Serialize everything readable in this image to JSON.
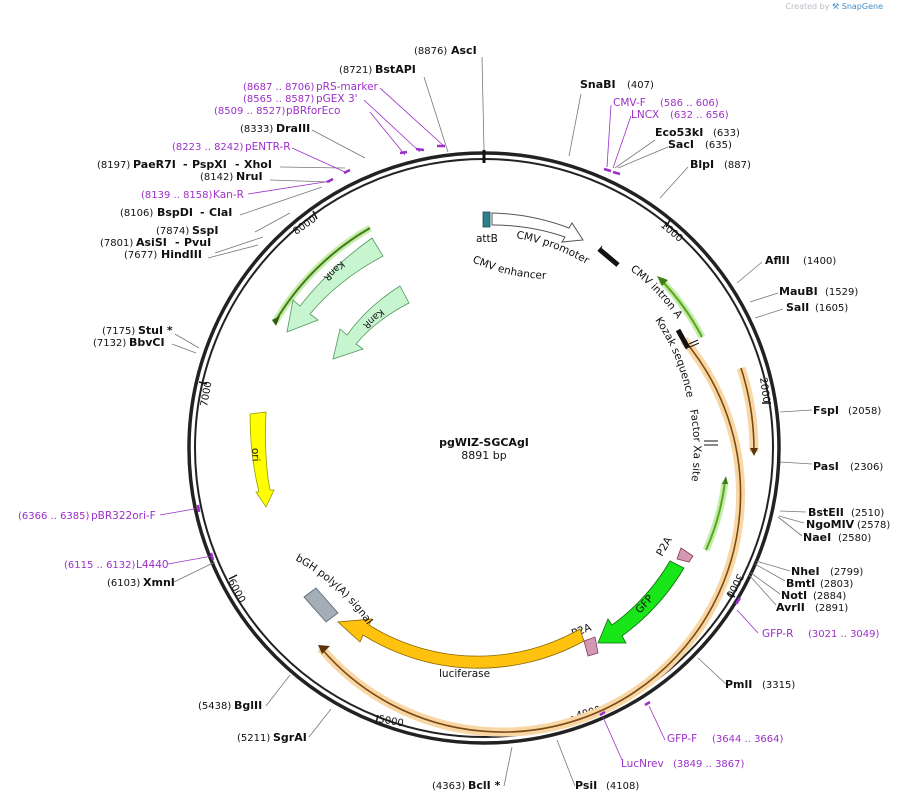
{
  "header": {
    "credit_prefix": "Created by",
    "credit_brand": "SnapGene"
  },
  "plasmid": {
    "name": "pgWIZ-SGCAgI",
    "length_label": "8891 bp"
  },
  "ticks": [
    "1000",
    "2000",
    "3000",
    "4000",
    "5000",
    "6000",
    "7000",
    "8000"
  ],
  "features": {
    "attB": "attB",
    "cmv_enhancer": "CMV enhancer",
    "cmv_promoter": "CMV promoter",
    "cmv_intron_a": "CMV intron A",
    "kozak": "Kozak sequence",
    "factor_xa": "Factor Xa site",
    "p2a_upper": "P2A",
    "gfp": "GFP",
    "p2a_lower": "P2A",
    "luciferase": "luciferase",
    "bgh": "bGH poly(A) signal",
    "ori": "ori",
    "kanr_outer": "KanR",
    "kanr_inner": "KanR"
  },
  "sites": [
    {
      "name": "AscI",
      "pos": "(8876)"
    },
    {
      "name": "BstAPI",
      "pos": "(8721)"
    },
    {
      "name": "DraIII",
      "pos": "(8333)"
    },
    {
      "name": "PaeR7I",
      "pos": "(8197)"
    },
    {
      "name": "PspXI",
      "pos": ""
    },
    {
      "name": "XhoI",
      "pos": ""
    },
    {
      "name": "NruI",
      "pos": "(8142)"
    },
    {
      "name": "BspDI",
      "pos": "(8106)"
    },
    {
      "name": "ClaI",
      "pos": ""
    },
    {
      "name": "SspI",
      "pos": "(7874)"
    },
    {
      "name": "AsiSI",
      "pos": "(7801)"
    },
    {
      "name": "PvuI",
      "pos": ""
    },
    {
      "name": "HindIII",
      "pos": "(7677)"
    },
    {
      "name": "StuI *",
      "pos": "(7175)"
    },
    {
      "name": "BbvCI",
      "pos": "(7132)"
    },
    {
      "name": "XmnI",
      "pos": "(6103)"
    },
    {
      "name": "BglII",
      "pos": "(5438)"
    },
    {
      "name": "SgrAI",
      "pos": "(5211)"
    },
    {
      "name": "BclI *",
      "pos": "(4363)"
    },
    {
      "name": "PsiI",
      "pos": "(4108)"
    },
    {
      "name": "PmlI",
      "pos": "(3315)"
    },
    {
      "name": "NheI",
      "pos": "(2799)"
    },
    {
      "name": "BmtI",
      "pos": "(2803)"
    },
    {
      "name": "NotI",
      "pos": "(2884)"
    },
    {
      "name": "AvrII",
      "pos": "(2891)"
    },
    {
      "name": "BstEII",
      "pos": "(2510)"
    },
    {
      "name": "NgoMIV",
      "pos": "(2578)"
    },
    {
      "name": "NaeI",
      "pos": "(2580)"
    },
    {
      "name": "FspI",
      "pos": "(2058)"
    },
    {
      "name": "PasI",
      "pos": "(2306)"
    },
    {
      "name": "AflII",
      "pos": "(1400)"
    },
    {
      "name": "MauBI",
      "pos": "(1529)"
    },
    {
      "name": "SalI",
      "pos": "(1605)"
    },
    {
      "name": "BlpI",
      "pos": "(887)"
    },
    {
      "name": "SnaBI",
      "pos": "(407)"
    },
    {
      "name": "Eco53kI",
      "pos": "(633)"
    },
    {
      "name": "SacI",
      "pos": "(635)"
    }
  ],
  "primers": [
    {
      "name": "pRS-marker",
      "pos": "(8687 .. 8706)"
    },
    {
      "name": "pGEX 3'",
      "pos": "(8565 .. 8587)"
    },
    {
      "name": "pBRforEco",
      "pos": "(8509 .. 8527)"
    },
    {
      "name": "pENTR-R",
      "pos": "(8223 .. 8242)"
    },
    {
      "name": "Kan-R",
      "pos": "(8139 .. 8158)"
    },
    {
      "name": "CMV-F",
      "pos": "(586 .. 606)"
    },
    {
      "name": "LNCX",
      "pos": "(632 .. 656)"
    },
    {
      "name": "pBR322ori-F",
      "pos": "(6366 .. 6385)"
    },
    {
      "name": "L4440",
      "pos": "(6115 .. 6132)"
    },
    {
      "name": "GFP-R",
      "pos": "(3021 .. 3049)"
    },
    {
      "name": "GFP-F",
      "pos": "(3644 .. 3664)"
    },
    {
      "name": "LucNrev",
      "pos": "(3849 .. 3867)"
    }
  ],
  "colors": {
    "backbone": "#222222",
    "primer": "#9b30c8",
    "kanr_fill": "#c6f5cf",
    "ori_fill": "#ffff00",
    "gfp_fill": "#19e619",
    "luciferase_fill": "#ffc20e",
    "bgh_fill": "#a3aeb8",
    "p2a_fill": "#d598b3",
    "attb_fill": "#2d7f8c",
    "orf_orange": "#ee9a3a",
    "orf_green": "#7fd04a"
  }
}
